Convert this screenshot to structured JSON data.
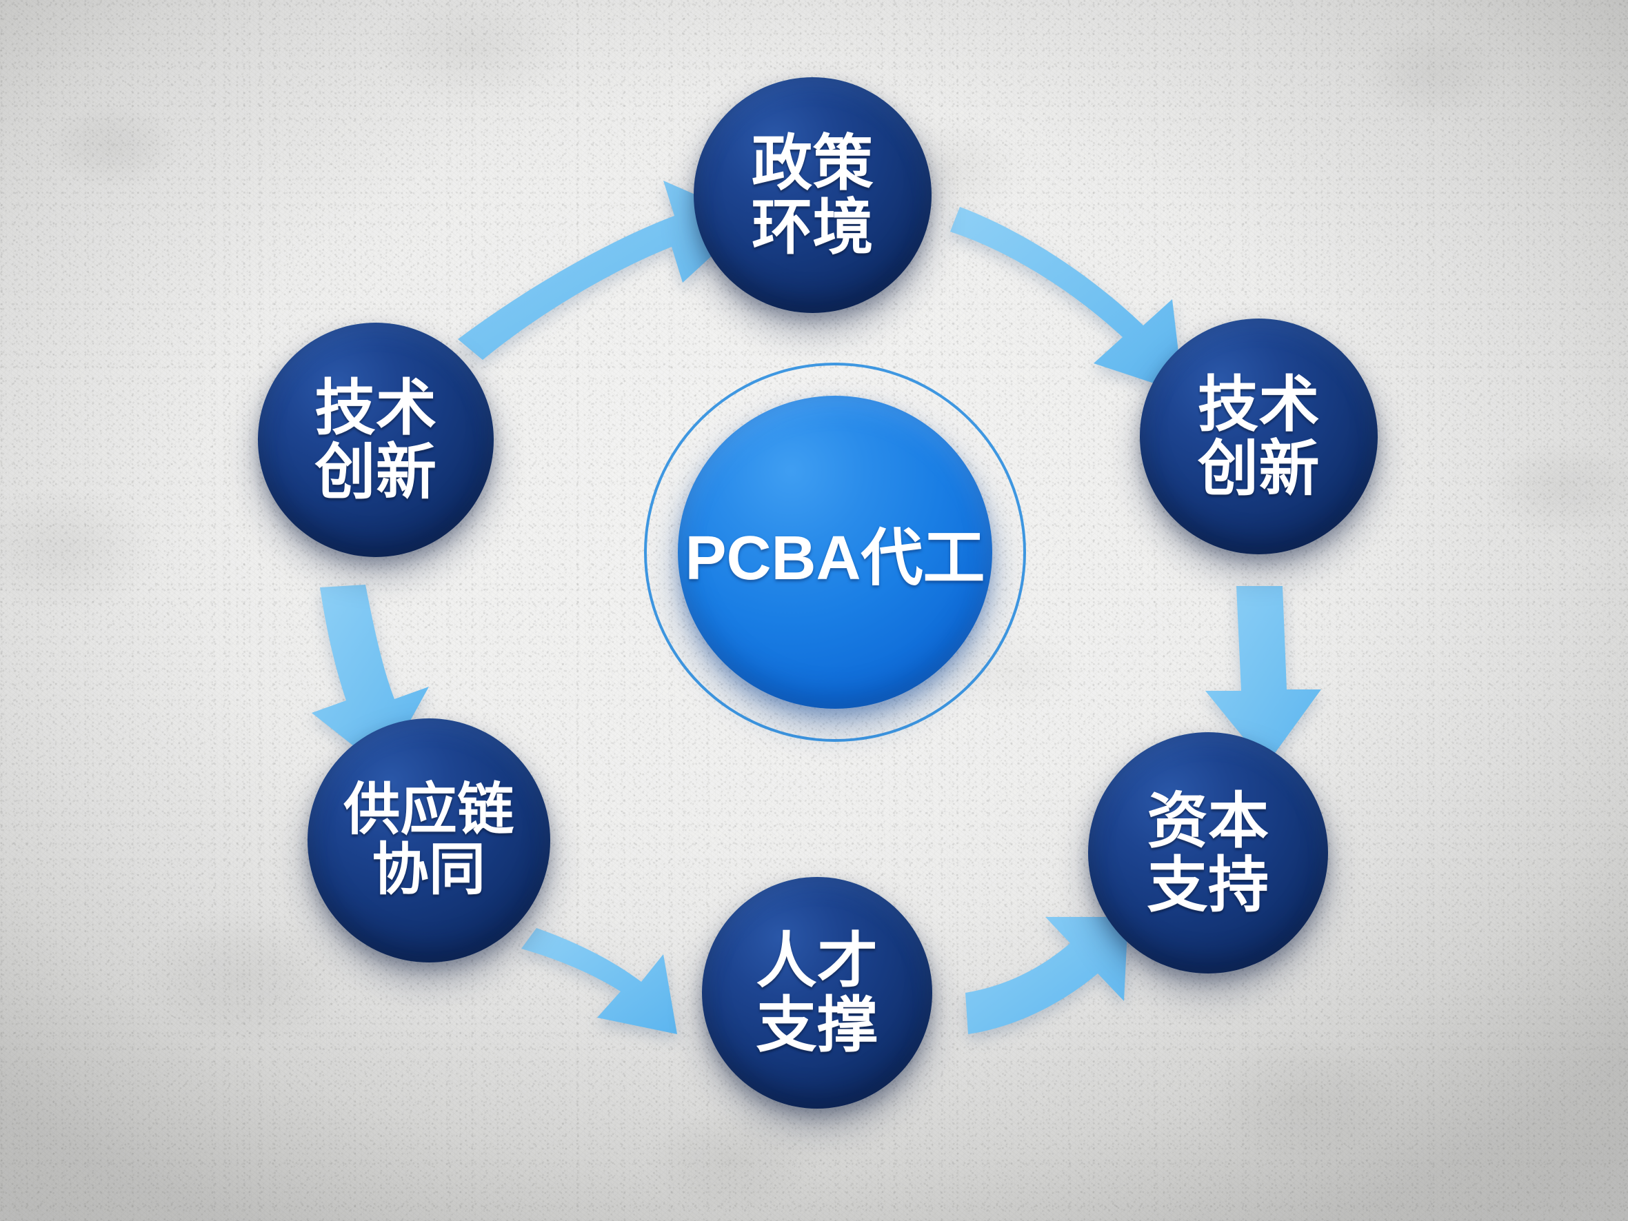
{
  "diagram": {
    "title_center": "PCBA代工",
    "accent_dark": "#163a80",
    "accent_bright": "#1a7ee4",
    "arrow_color": "#74c2f2",
    "ring_color": "#2f8fe0",
    "background_color": "#eeeeec",
    "center": {
      "name": "center-node",
      "label": "PCBA代工"
    },
    "nodes": [
      {
        "id": "policy",
        "label": "政策\n环境",
        "position": "top"
      },
      {
        "id": "tech_right",
        "label": "技术\n创新",
        "position": "upper-right"
      },
      {
        "id": "capital",
        "label": "资本\n支持",
        "position": "lower-right"
      },
      {
        "id": "talent",
        "label": "人才\n支撑",
        "position": "bottom"
      },
      {
        "id": "supply",
        "label": "供应链\n协同",
        "position": "lower-left"
      },
      {
        "id": "tech_left",
        "label": "技术\n创新",
        "position": "upper-left"
      }
    ],
    "arrows": [
      {
        "id": "arrow-tech-left-to-policy",
        "from": "tech_left",
        "to": "policy",
        "direction": "up-right"
      },
      {
        "id": "arrow-policy-to-tech-right",
        "from": "policy",
        "to": "tech_right",
        "direction": "down-right"
      },
      {
        "id": "arrow-tech-right-to-capital",
        "from": "tech_right",
        "to": "capital",
        "direction": "down"
      },
      {
        "id": "arrow-talent-to-capital",
        "from": "talent",
        "to": "capital",
        "direction": "up-right"
      },
      {
        "id": "arrow-supply-to-talent",
        "from": "supply",
        "to": "talent",
        "direction": "down-right"
      },
      {
        "id": "arrow-tech-left-to-supply",
        "from": "tech_left",
        "to": "supply",
        "direction": "down"
      }
    ]
  }
}
